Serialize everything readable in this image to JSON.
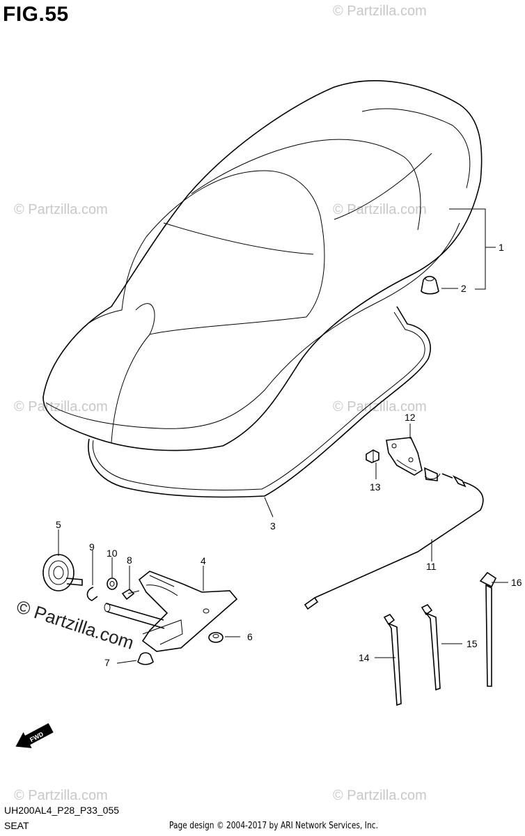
{
  "figure": {
    "title": "FIG.55"
  },
  "footer": {
    "diagram_code": "UH200AL4_P28_P33_055",
    "section_name": "SEAT",
    "credit": "Page design © 2004-2017 by ARI Network Services, Inc."
  },
  "watermark": {
    "text": "© Partzilla.com"
  },
  "fwd_label": "FWD",
  "callouts": {
    "c1": "1",
    "c2": "2",
    "c3": "3",
    "c4": "4",
    "c5": "5",
    "c6": "6",
    "c7": "7",
    "c8": "8",
    "c9": "9",
    "c10": "10",
    "c11": "11",
    "c12": "12",
    "c13": "13",
    "c14": "14",
    "c15": "15",
    "c16": "16"
  }
}
